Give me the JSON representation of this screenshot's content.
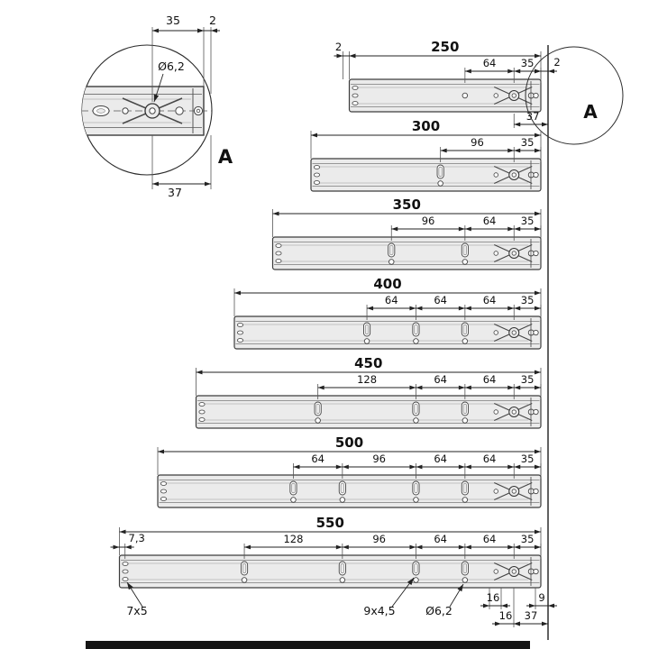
{
  "colors": {
    "background": "#ffffff",
    "rail_fill": "#ebebeb",
    "rail_stroke": "#3c3c3c",
    "dim_color": "#222222",
    "photo_bar": "#141414"
  },
  "detail_a": {
    "label": "A",
    "dim_top": "35",
    "dim_top_gap": "2",
    "hole_diameter": "Ø6,2",
    "dim_bottom": "37"
  },
  "slides": [
    {
      "length_label": "250",
      "length_mm": 250,
      "dims_above": [
        "64",
        "35"
      ],
      "left_gap": "2",
      "right_gap": "2",
      "below_dim": "37",
      "detail_marker": "A"
    },
    {
      "length_label": "300",
      "length_mm": 300,
      "dims_above": [
        "96",
        "35"
      ]
    },
    {
      "length_label": "350",
      "length_mm": 350,
      "dims_above": [
        "96",
        "64",
        "35"
      ]
    },
    {
      "length_label": "400",
      "length_mm": 400,
      "dims_above": [
        "64",
        "64",
        "64",
        "35"
      ]
    },
    {
      "length_label": "450",
      "length_mm": 450,
      "dims_above": [
        "128",
        "64",
        "64",
        "35"
      ]
    },
    {
      "length_label": "500",
      "length_mm": 500,
      "dims_above": [
        "64",
        "96",
        "64",
        "64",
        "35"
      ]
    },
    {
      "length_label": "550",
      "length_mm": 550,
      "dims_above": [
        "128",
        "96",
        "64",
        "64",
        "35"
      ],
      "left_offset": "7,3"
    }
  ],
  "callouts": {
    "oval_hole": "7x5",
    "slot_hole": "9x4,5",
    "round_hole": "Ø6,2",
    "right_bottom_dims": [
      "16",
      "9",
      "16",
      "37"
    ]
  }
}
